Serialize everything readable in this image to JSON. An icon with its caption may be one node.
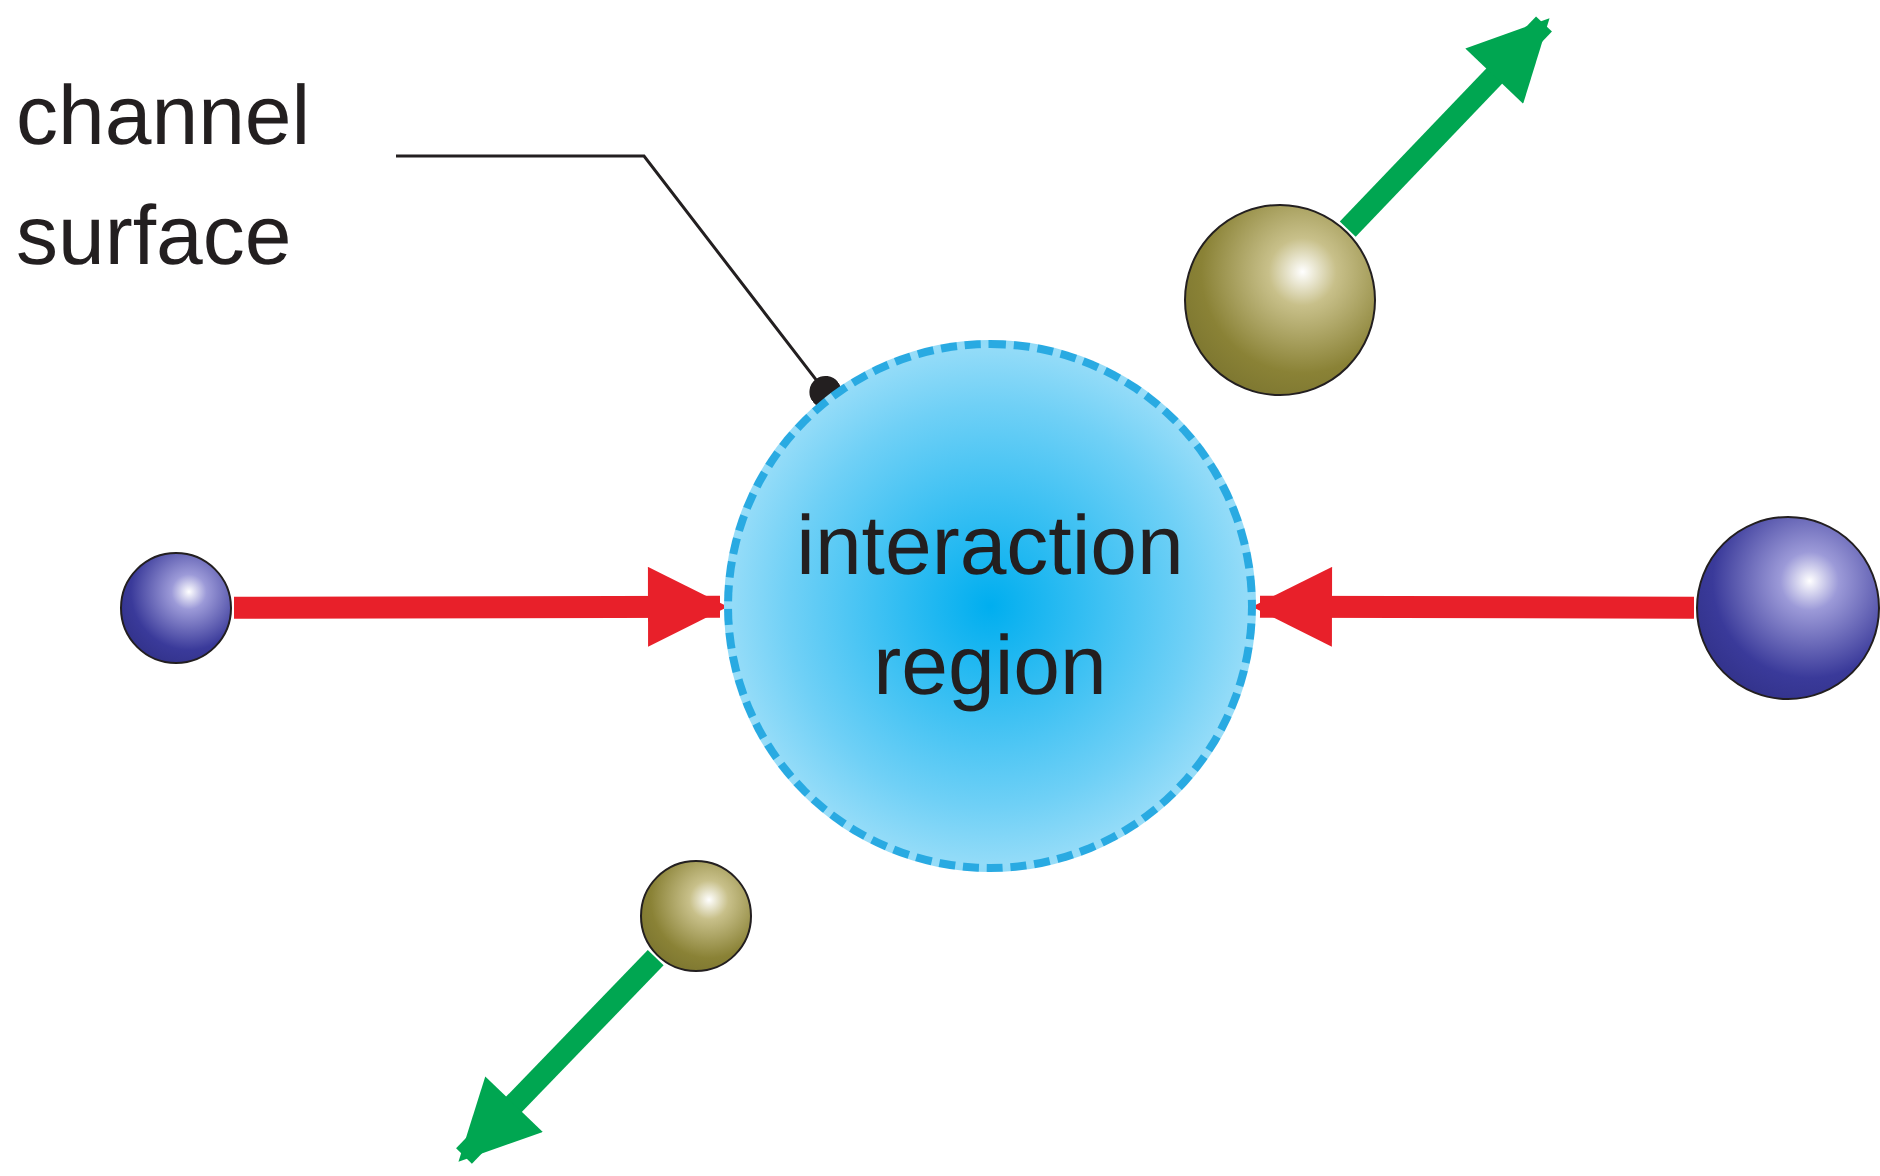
{
  "diagram": {
    "nodes": [
      {
        "text": [
          "channel surface"
        ]
      },
      {
        "text": [
          "interaction region"
        ]
      },
      {
        "text": [],
        "shape": "circle"
      },
      {
        "text": [],
        "shape": "circle"
      },
      {
        "text": [],
        "shape": "circle"
      },
      {
        "text": [],
        "shape": "circle"
      }
    ],
    "edges": [
      {
        "from": 0,
        "to": 1,
        "arrow": "other",
        "color": "#231f20"
      },
      {
        "from": 2,
        "to": 1,
        "arrow": "to",
        "color": "#e8202a"
      },
      {
        "from": 3,
        "to": 1,
        "arrow": "to",
        "color": "#e8202a"
      },
      {
        "from": 4,
        "to": null,
        "arrow": "to",
        "color": "#00a651"
      },
      {
        "from": 5,
        "to": null,
        "arrow": "to",
        "color": "#00a651"
      }
    ]
  }
}
